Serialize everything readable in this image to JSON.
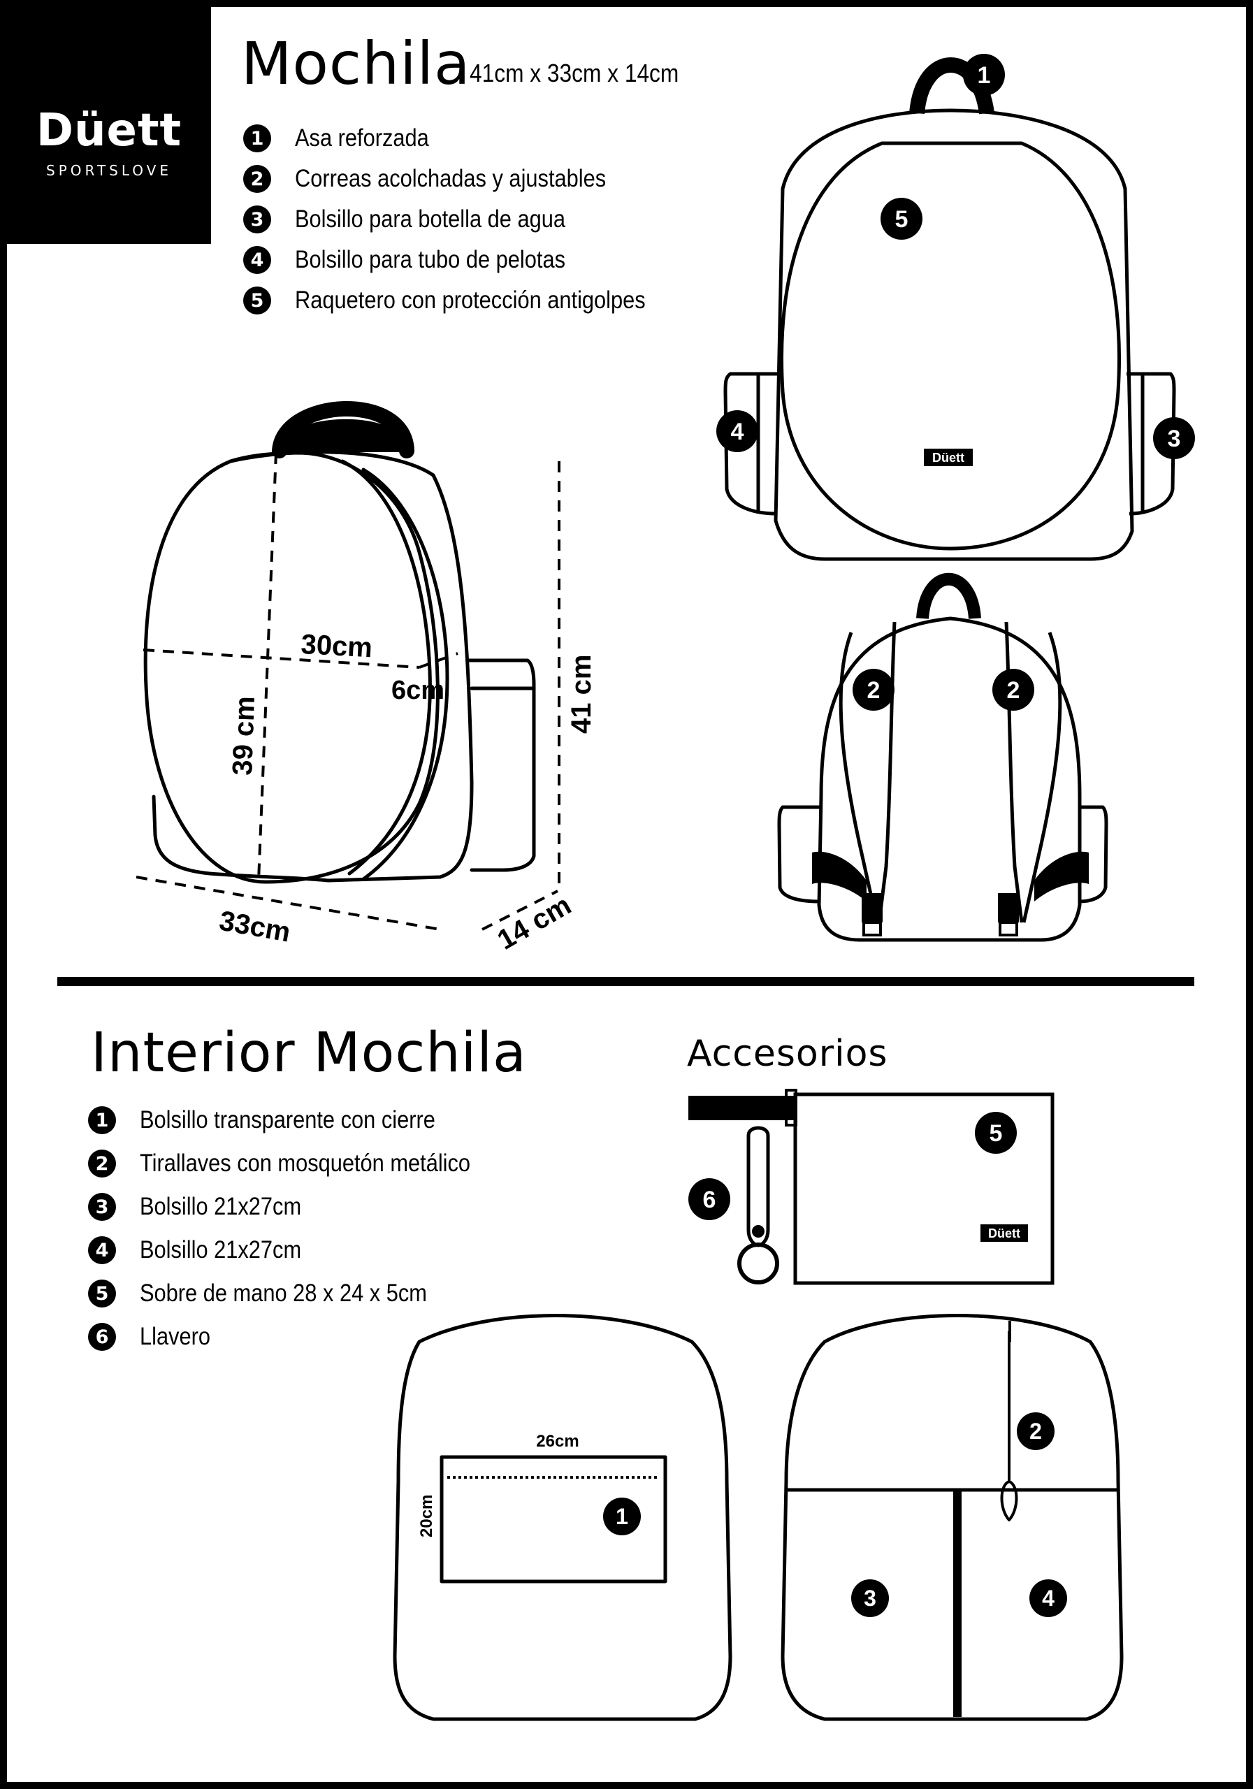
{
  "brand": {
    "name": "Düett",
    "tagline": "SPORTSLOVE"
  },
  "mochila": {
    "title": "Mochila",
    "dimensions": "41cm x 33cm x 14cm",
    "items": [
      {
        "n": "1",
        "label": "Asa reforzada"
      },
      {
        "n": "2",
        "label": "Correas acolchadas y ajustables"
      },
      {
        "n": "3",
        "label": "Bolsillo para botella de agua"
      },
      {
        "n": "4",
        "label": "Bolsillo para tubo de pelotas"
      },
      {
        "n": "5",
        "label": "Raquetero con protección antigolpes"
      }
    ]
  },
  "measures": {
    "width_30": "30cm",
    "depth_6": "6cm",
    "height_39": "39 cm",
    "height_41": "41 cm",
    "width_33": "33cm",
    "depth_14": "14 cm"
  },
  "front_view": {
    "callouts": [
      "1",
      "5",
      "4",
      "3"
    ],
    "logo": "Düett"
  },
  "back_view": {
    "callouts": [
      "2",
      "2"
    ]
  },
  "interior": {
    "title": "Interior Mochila",
    "items": [
      {
        "n": "1",
        "label": "Bolsillo transparente con cierre"
      },
      {
        "n": "2",
        "label": "Tirallaves con mosquetón metálico"
      },
      {
        "n": "3",
        "label": "Bolsillo 21x27cm"
      },
      {
        "n": "4",
        "label": "Bolsillo 21x27cm"
      },
      {
        "n": "5",
        "label": "Sobre de mano 28 x 24 x 5cm"
      },
      {
        "n": "6",
        "label": "Llavero"
      }
    ],
    "pocket_width": "26cm",
    "pocket_height": "20cm",
    "callouts": [
      "1",
      "2",
      "3",
      "4"
    ]
  },
  "accesorios": {
    "title": "Accesorios",
    "callouts": [
      "5",
      "6"
    ],
    "logo": "Düett"
  }
}
